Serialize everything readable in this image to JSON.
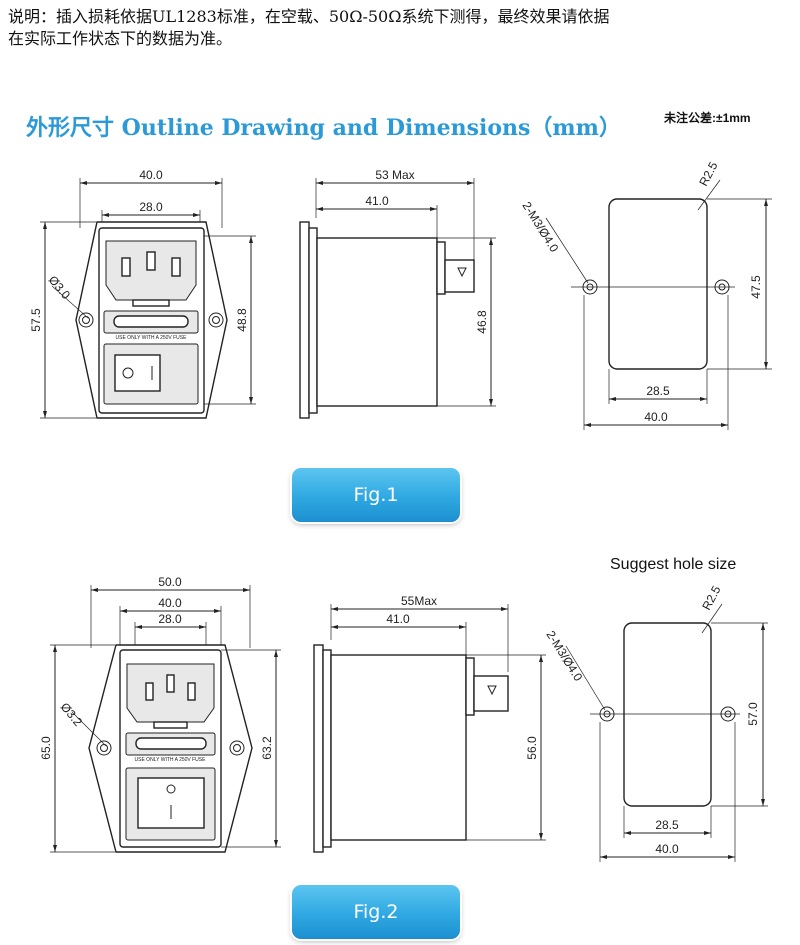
{
  "note": {
    "line1": "说明：插入损耗依据UL1283标准，在空载、50Ω-50Ω系统下测得，最终效果请依据",
    "line2": "在实际工作状态下的数据为准。"
  },
  "section_title": "外形尺寸 Outline Drawing and Dimensions（mm）",
  "tolerance_note": "未注公差:±1mm",
  "suggest_label": "Suggest hole size",
  "fuse_text": "USE ONLY WITH A 250V FUSE",
  "fig1": {
    "button_label": "Fig.1",
    "front": {
      "width_outer": "40.0",
      "width_inner": "28.0",
      "hole_dia": "Ø3.0",
      "height_total": "57.5",
      "height_body": "48.8"
    },
    "side": {
      "depth_max": "53 Max",
      "depth": "41.0",
      "height": "46.8"
    },
    "cutout": {
      "radius": "R2.5",
      "holes": "2-M3/Ø4.0",
      "height": "47.5",
      "width_inner": "28.5",
      "width_outer": "40.0"
    }
  },
  "fig2": {
    "button_label": "Fig.2",
    "front": {
      "width_total": "50.0",
      "width_outer": "40.0",
      "width_inner": "28.0",
      "hole_dia": "Ø3.2",
      "height_total": "65.0",
      "height_body": "63.2"
    },
    "side": {
      "depth_max": "55Max",
      "depth": "41.0",
      "height": "56.0"
    },
    "cutout": {
      "radius": "R2.5",
      "holes": "2-M3/Ø4.0",
      "height": "57.0",
      "width_inner": "28.5",
      "width_outer": "40.0"
    }
  }
}
